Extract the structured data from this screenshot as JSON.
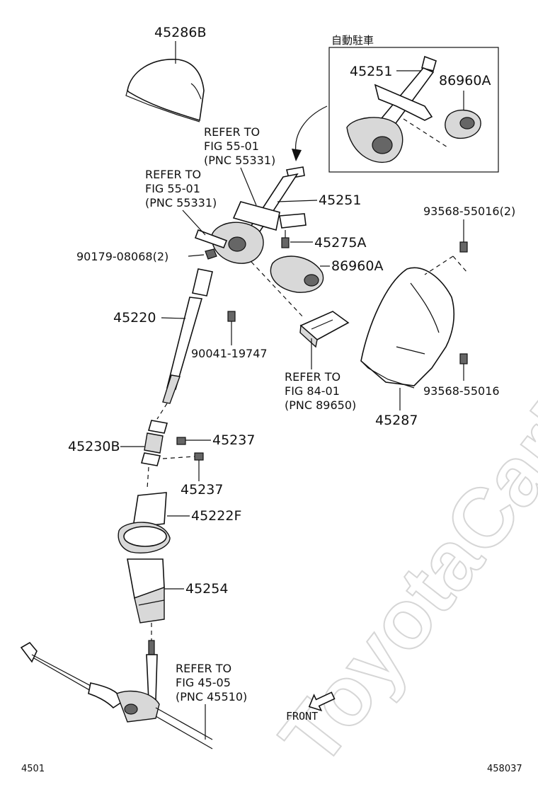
{
  "watermark": "ToyotaCarMine.ru",
  "inset": {
    "title": "自動駐車",
    "labels": [
      "45251",
      "86960A"
    ]
  },
  "parts": {
    "p45286B": "45286B",
    "p45251": "45251",
    "p45275A": "45275A",
    "p86960A": "86960A",
    "p90179": "90179-08068(2)",
    "p45220": "45220",
    "p90041": "90041-19747",
    "p93568a": "93568-55016(2)",
    "p93568b": "93568-55016",
    "p45287": "45287",
    "p45230B": "45230B",
    "p45237a": "45237",
    "p45237b": "45237",
    "p45222F": "45222F",
    "p45254": "45254"
  },
  "refs": {
    "r1": [
      "REFER TO",
      "FIG 55-01",
      "(PNC 55331)"
    ],
    "r2": [
      "REFER TO",
      "FIG 55-01",
      "(PNC 55331)"
    ],
    "r3": [
      "REFER TO",
      "FIG 84-01",
      "(PNC 89650)"
    ],
    "r4": [
      "REFER TO",
      "FIG 45-05",
      "(PNC 45510)"
    ]
  },
  "front_label": "FRONT",
  "footer": {
    "left": "4501",
    "right": "458037"
  }
}
